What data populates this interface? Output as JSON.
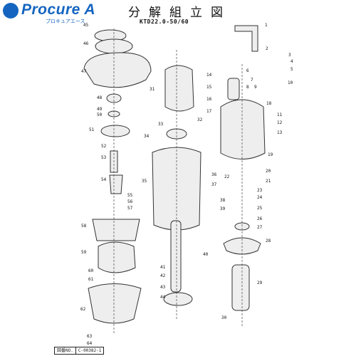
{
  "header": {
    "logo_text": "Procure A",
    "logo_sub": "プロキュアエース",
    "title": "分解組立図",
    "model": "KTD22.0-50/60"
  },
  "footer": {
    "drawing_label": "図番NO.",
    "drawing_number": "C-00382-1"
  },
  "part_numbers": [
    "1",
    "2",
    "3",
    "4",
    "5",
    "6",
    "7",
    "8",
    "9",
    "10",
    "11",
    "12",
    "13",
    "14",
    "15",
    "16",
    "17",
    "18",
    "19",
    "20",
    "21",
    "22",
    "23",
    "24",
    "25",
    "26",
    "27",
    "28",
    "29",
    "30",
    "31",
    "32",
    "33",
    "34",
    "35",
    "36",
    "37",
    "38",
    "39",
    "40",
    "41",
    "42",
    "43",
    "44",
    "45",
    "46",
    "47",
    "48",
    "49",
    "50",
    "51",
    "52",
    "53",
    "54",
    "55",
    "56",
    "57",
    "58",
    "59",
    "60",
    "61",
    "62",
    "63",
    "64"
  ]
}
